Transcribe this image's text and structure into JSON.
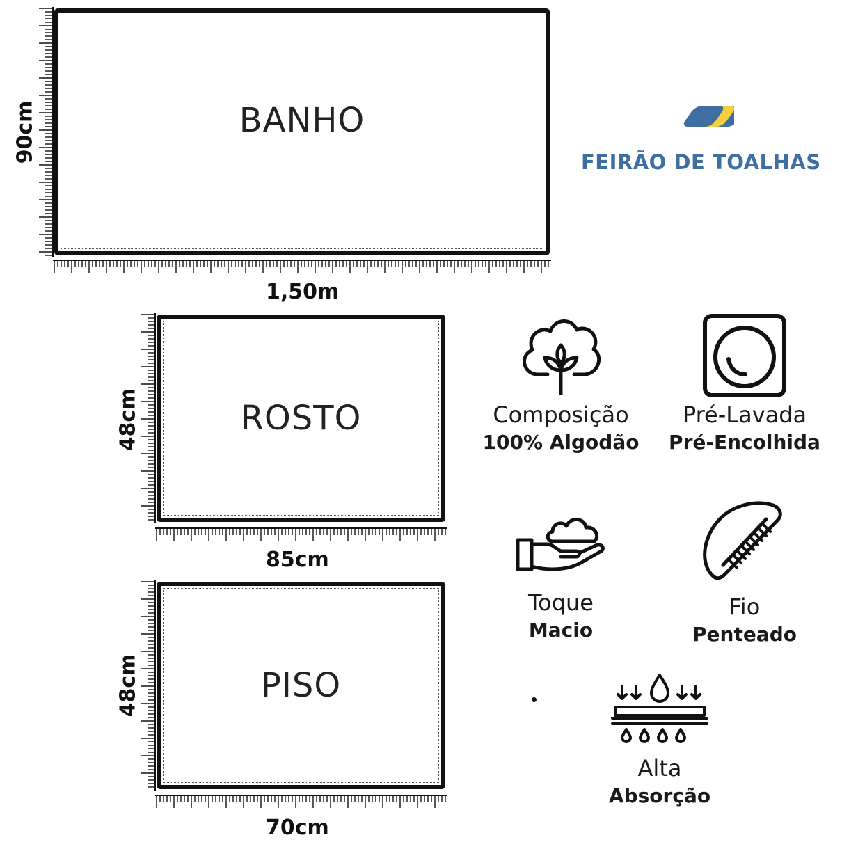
{
  "brand": {
    "name": "FEIRÃO DE TOALHAS",
    "colors": {
      "blue": "#3f6ea3",
      "yellow": "#f4d03f"
    }
  },
  "towels": {
    "banho": {
      "name": "BANHO",
      "width": "1,50m",
      "height": "90cm"
    },
    "rosto": {
      "name": "ROSTO",
      "width": "85cm",
      "height": "48cm"
    },
    "piso": {
      "name": "PISO",
      "width": "70cm",
      "height": "48cm"
    }
  },
  "features": {
    "composicao": {
      "title": "Composição",
      "subtitle": "100% Algodão",
      "icon": "cotton-icon"
    },
    "lavada": {
      "title": "Pré-Lavada",
      "subtitle": "Pré-Encolhida",
      "icon": "washing-machine-icon"
    },
    "toque": {
      "title": "Toque",
      "subtitle": "Macio",
      "icon": "hand-cloud-icon"
    },
    "fio": {
      "title": "Fio",
      "subtitle": "Penteado",
      "icon": "comb-icon"
    },
    "absorcao": {
      "title": "Alta",
      "subtitle": "Absorção",
      "icon": "absorption-icon"
    }
  }
}
